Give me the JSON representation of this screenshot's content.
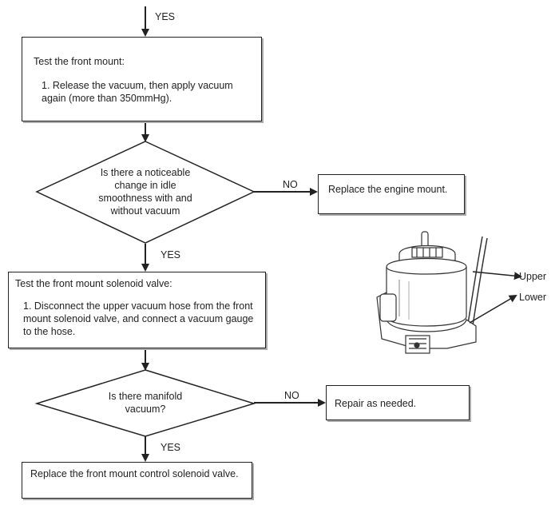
{
  "flow": {
    "yes_top": "YES",
    "box1": {
      "title": "Test the front mount:",
      "step": "1. Release the vacuum, then apply vacuum again (more than 350mmHg)."
    },
    "decision1": {
      "lines": [
        "Is there a noticeable",
        "change in idle",
        "smoothness with and",
        "without vacuum"
      ],
      "no_label": "NO",
      "yes_label": "YES"
    },
    "result1": "Replace the engine mount.",
    "box2": {
      "title": "Test the front mount solenoid valve:",
      "step": "1. Disconnect the upper vacuum hose from the front mount solenoid valve, and connect a vacuum gauge to the hose."
    },
    "decision2": {
      "lines": [
        "Is there manifold",
        "vacuum?"
      ],
      "no_label": "NO",
      "yes_label": "YES"
    },
    "result2": "Repair as needed.",
    "final": "Replace the front mount control solenoid valve."
  },
  "illustration": {
    "upper_label": "Upper",
    "lower_label": "Lower"
  }
}
